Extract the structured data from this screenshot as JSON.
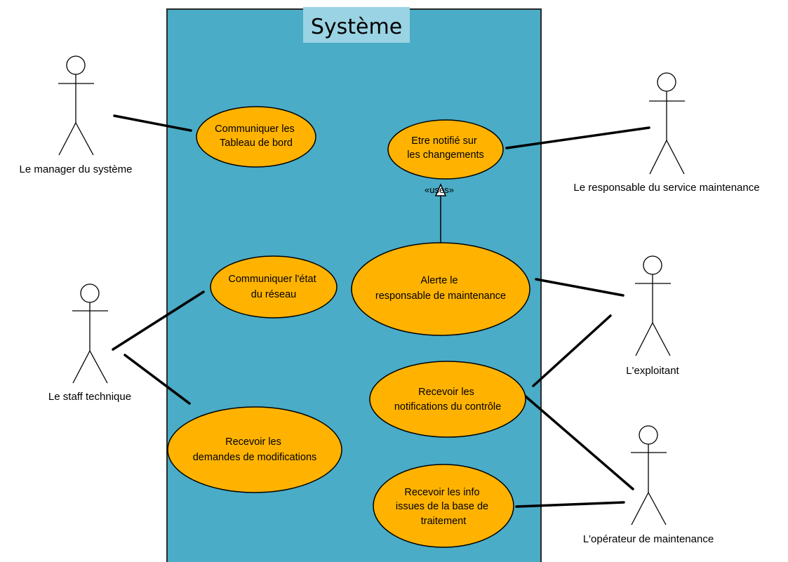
{
  "system": {
    "title": "Système"
  },
  "actors": {
    "manager": "Le manager du système",
    "responsable": "Le responsable du service maintenance",
    "staff": "Le staff technique",
    "exploitant": "L'exploitant",
    "operateur": "L'opérateur de maintenance"
  },
  "use_cases": {
    "tableau": [
      "Communiquer les",
      "Tableau de bord"
    ],
    "notifie": [
      "Etre notifié sur",
      "les changements"
    ],
    "etat": [
      "Communiquer l'état",
      "du réseau"
    ],
    "alerte": [
      "Alerte le",
      "responsable de maintenance"
    ],
    "recevoir_notif": [
      "Recevoir les",
      "notifications du contrôle"
    ],
    "demandes": [
      "Recevoir les",
      "demandes de modifications"
    ],
    "info": [
      "Recevoir les info",
      "issues de la base de",
      "traitement"
    ]
  },
  "relation": {
    "stereotype": "«uses»"
  },
  "colors": {
    "system_fill": "#4aacc6",
    "title_fill": "#9ad3e3",
    "use_case_fill": "#ffb300",
    "stroke": "#000000"
  }
}
